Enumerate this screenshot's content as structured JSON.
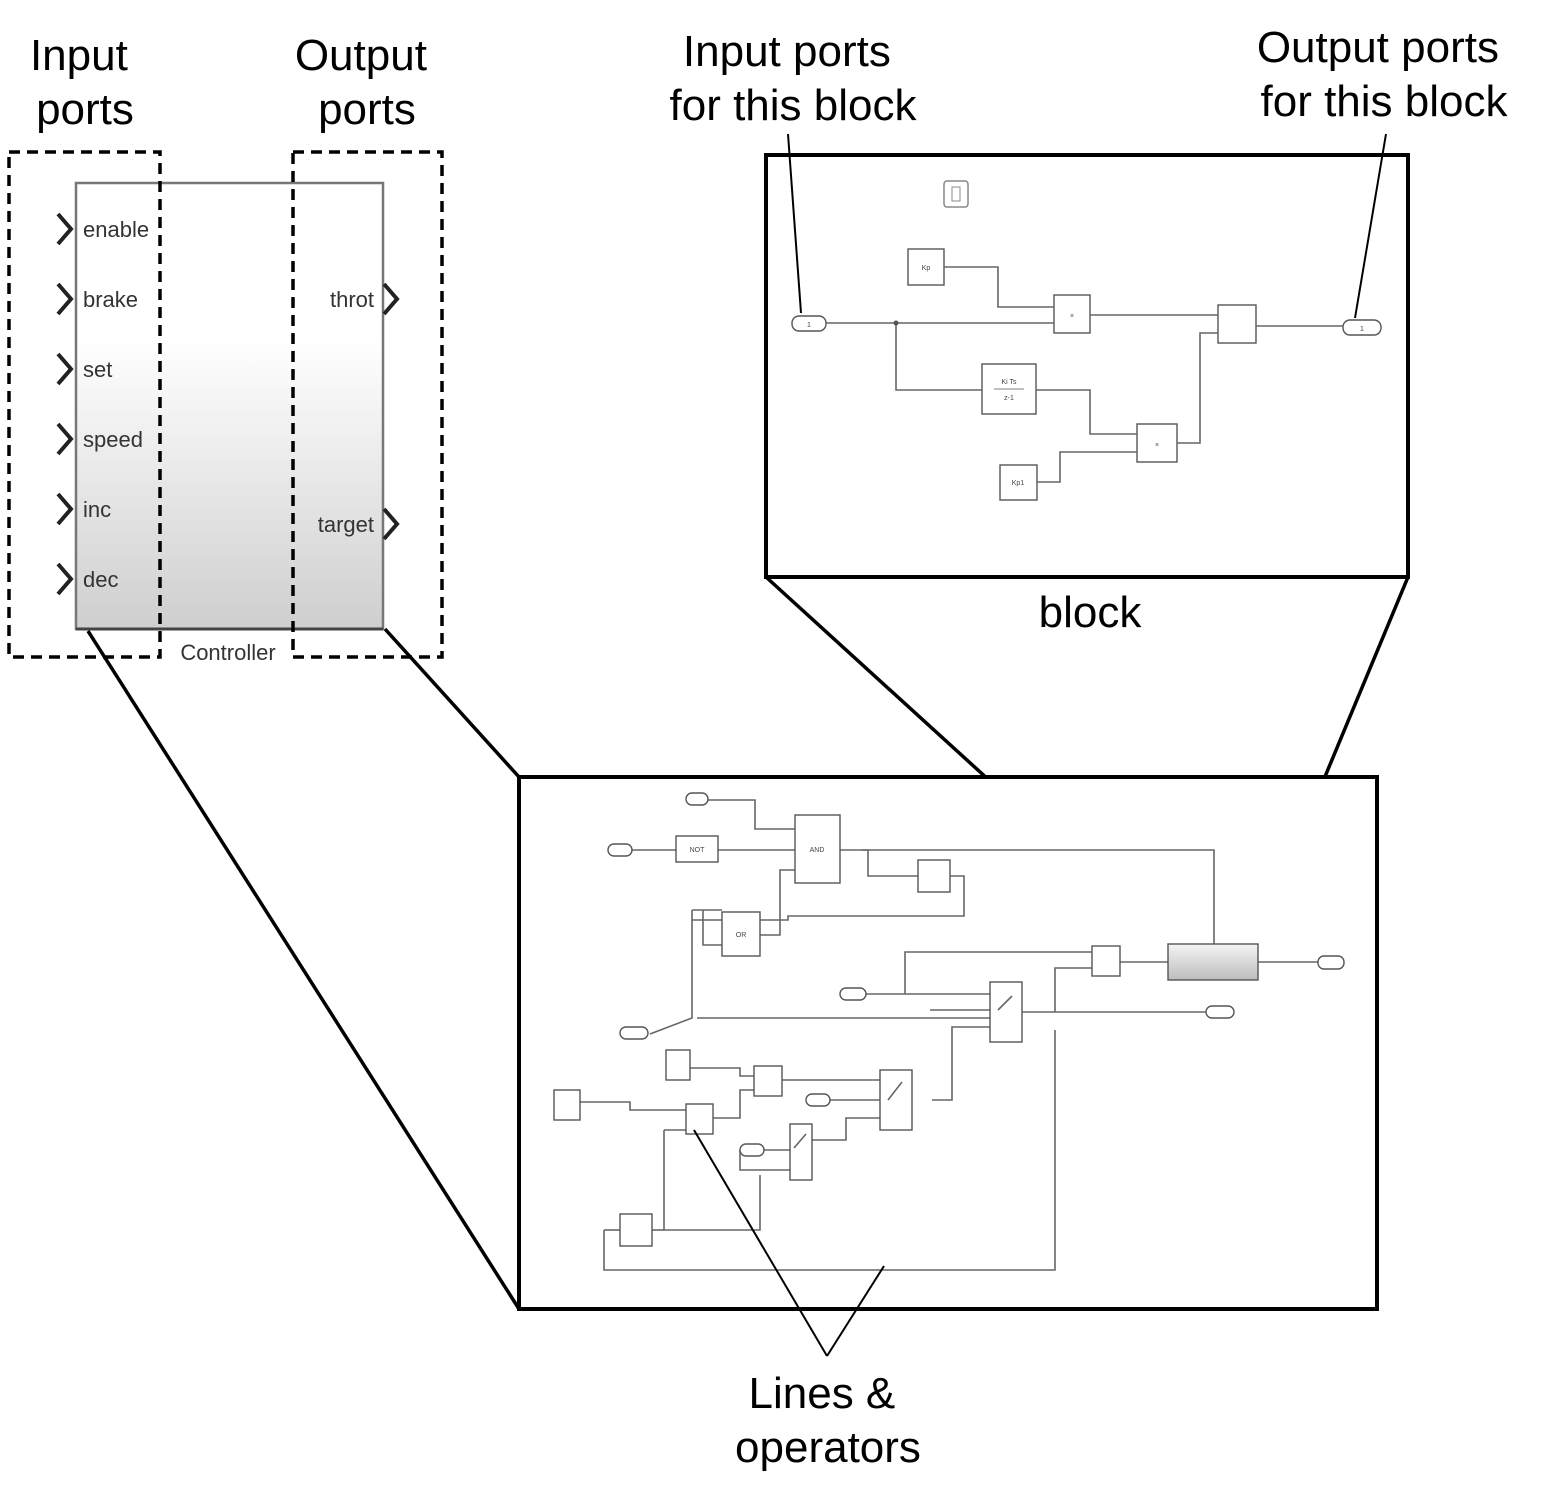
{
  "annotations": {
    "input_ports_label": [
      "Input",
      "ports"
    ],
    "output_ports_label": [
      "Output",
      "ports"
    ],
    "input_ports_block_label": [
      "Input ports",
      "for this block"
    ],
    "output_ports_block_label": [
      "Output ports",
      "for this block"
    ],
    "block_label": "block",
    "lines_operators_label": [
      "Lines &",
      "operators"
    ]
  },
  "controller": {
    "name": "Controller",
    "inputs": [
      "enable",
      "brake",
      "set",
      "speed",
      "inc",
      "dec"
    ],
    "outputs": [
      "throt",
      "target"
    ]
  },
  "subsystem": {
    "blocks": [
      "Kp",
      "Ki Ts",
      "z-1",
      "Kp1"
    ],
    "ports": [
      "1",
      "1"
    ]
  },
  "model": {
    "blocks": [
      "NOT",
      "AND",
      "OR"
    ]
  }
}
